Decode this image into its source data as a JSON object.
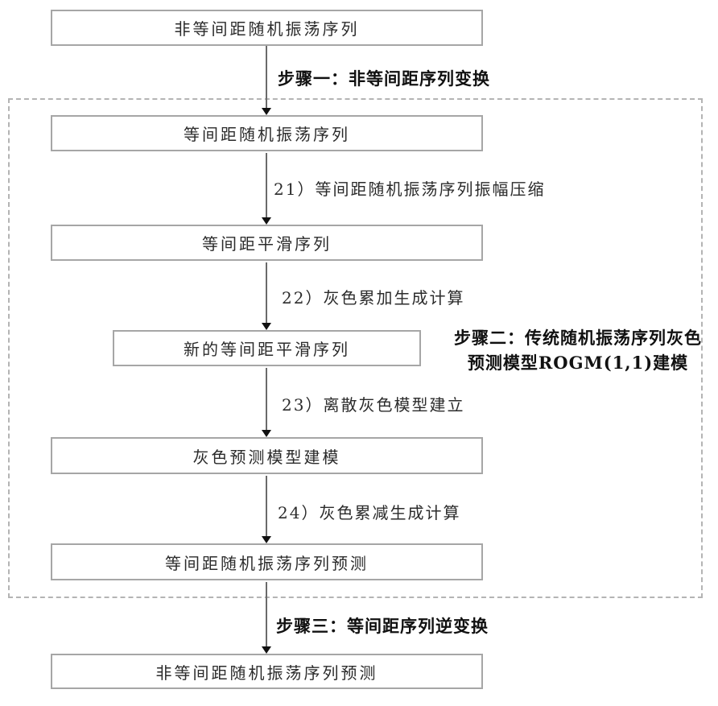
{
  "figure": {
    "type": "flowchart",
    "background": "#ffffff"
  },
  "colors": {
    "box_border": "#a6a6a6",
    "dashed_border": "#b4b4b4",
    "arrow": "#6a6a6a",
    "arrowhead": "#111111",
    "text": "#2b2b2b",
    "step_text": "#111111"
  },
  "boxes": [
    {
      "id": "nonequidistant-oscillation-sequence",
      "label": "非等间距随机振荡序列"
    },
    {
      "id": "equidistant-oscillation-sequence",
      "label": "等间距随机振荡序列"
    },
    {
      "id": "equidistant-smooth-sequence",
      "label": "等间距平滑序列"
    },
    {
      "id": "new-equidistant-smooth-sequence",
      "label": "新的等间距平滑序列"
    },
    {
      "id": "grey-prediction-model-modeling",
      "label": "灰色预测模型建模"
    },
    {
      "id": "equidistant-oscillation-sequence-prediction",
      "label": "等间距随机振荡序列预测"
    },
    {
      "id": "nonequidistant-oscillation-sequence-prediction",
      "label": "非等间距随机振荡序列预测"
    }
  ],
  "step_labels": {
    "step1": {
      "label": "步骤一：非等间距序列变换"
    },
    "step2": {
      "line1": "步骤二：传统随机振荡序列灰色",
      "line2": "预测模型ROGM(1,1)建模"
    },
    "step3": {
      "label": "步骤三：等间距序列逆变换"
    }
  },
  "process_labels": [
    {
      "id": "amplitude-compression",
      "label": "21）等间距随机振荡序列振幅压缩"
    },
    {
      "id": "grey-accumulation-generation",
      "label": "22）灰色累加生成计算"
    },
    {
      "id": "discrete-grey-model-establishment",
      "label": "23）离散灰色模型建立"
    },
    {
      "id": "grey-subtraction-generation",
      "label": "24）灰色累减生成计算"
    }
  ]
}
